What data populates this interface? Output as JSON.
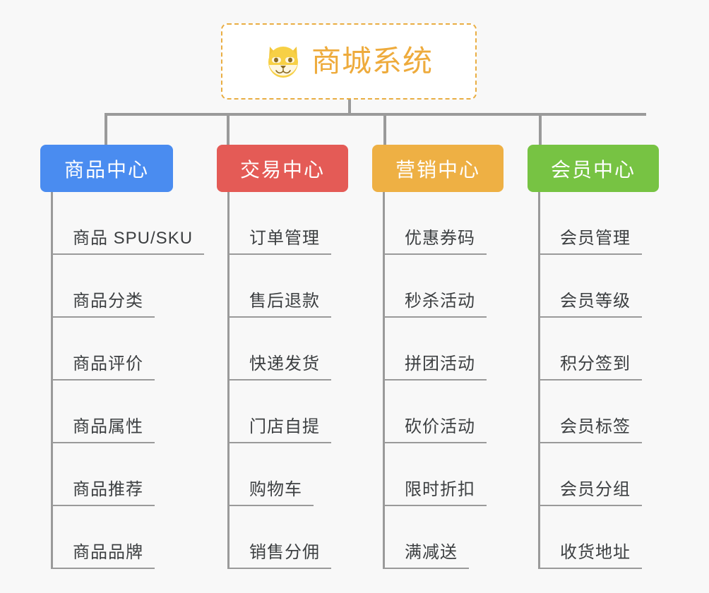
{
  "root": {
    "title": "商城系统",
    "icon": "dog-face-icon",
    "border_color": "#e9ae43",
    "text_color": "#eeab3c"
  },
  "page": {
    "background": "#f8f8f8",
    "line_color": "#9a9a9a"
  },
  "categories": [
    {
      "label": "商品中心",
      "color": "#4a8cf0",
      "items": [
        "商品 SPU/SKU",
        "商品分类",
        "商品评价",
        "商品属性",
        "商品推荐",
        "商品品牌"
      ]
    },
    {
      "label": "交易中心",
      "color": "#e45b56",
      "items": [
        "订单管理",
        "售后退款",
        "快递发货",
        "门店自提",
        "购物车",
        "销售分佣"
      ]
    },
    {
      "label": "营销中心",
      "color": "#eeb044",
      "items": [
        "优惠券码",
        "秒杀活动",
        "拼团活动",
        "砍价活动",
        "限时折扣",
        "满减送"
      ]
    },
    {
      "label": "会员中心",
      "color": "#77c343",
      "items": [
        "会员管理",
        "会员等级",
        "积分签到",
        "会员标签",
        "会员分组",
        "收货地址"
      ]
    }
  ]
}
